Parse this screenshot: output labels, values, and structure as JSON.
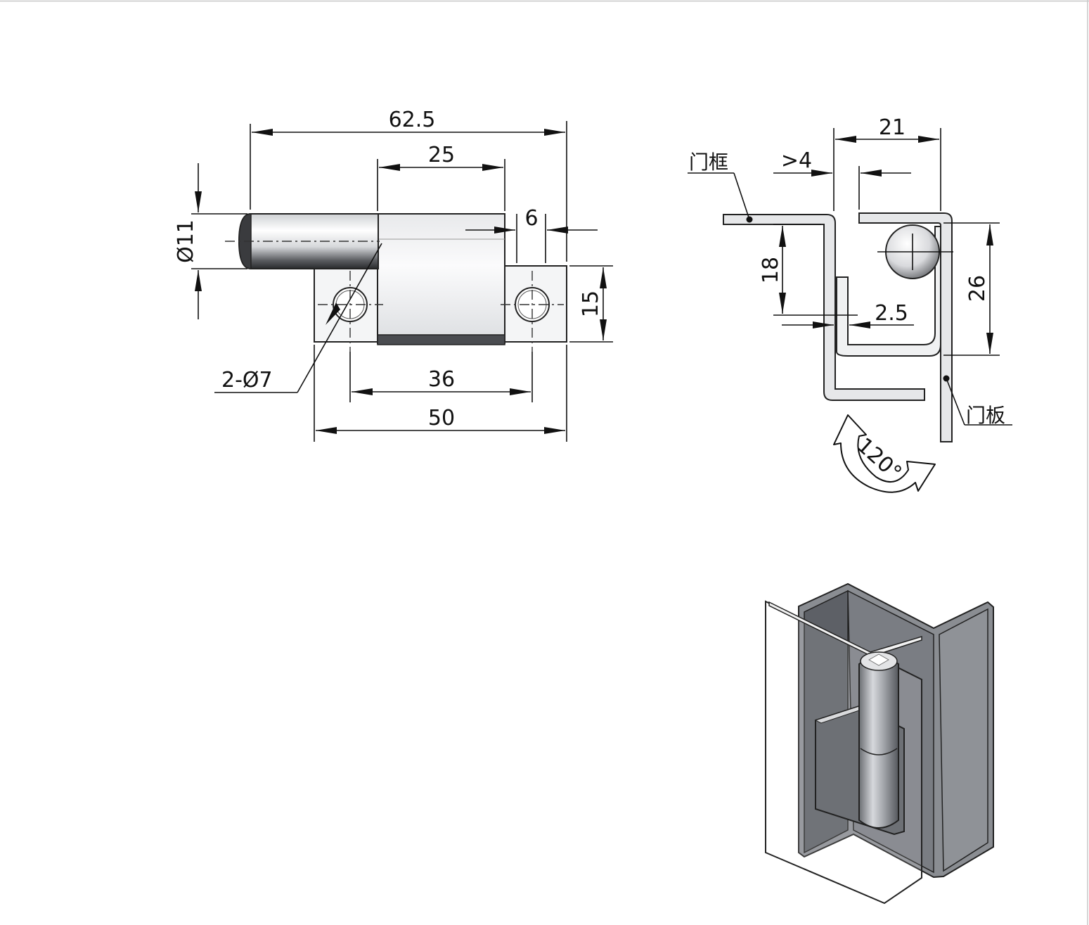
{
  "front_view": {
    "dims": {
      "overall_length": "62.5",
      "barrel_length": "25",
      "pin_diameter": "Ø11",
      "end_offset": "6",
      "plate_height": "15",
      "hole_spacing": "36",
      "plate_length": "50",
      "holes": "2-Ø7"
    }
  },
  "section_view": {
    "dims": {
      "width": "21",
      "gap": ">4",
      "height_18": "18",
      "height_26": "26",
      "thickness": "2.5"
    },
    "labels": {
      "frame": "门框",
      "door": "门板"
    },
    "rotation": "120°"
  },
  "colors": {
    "line": "#111111",
    "metal_light": "#f2f3f5",
    "metal_dark": "#4a4c50",
    "sheet_face": "#8a8d92",
    "sheet_dark": "#5d6066"
  }
}
